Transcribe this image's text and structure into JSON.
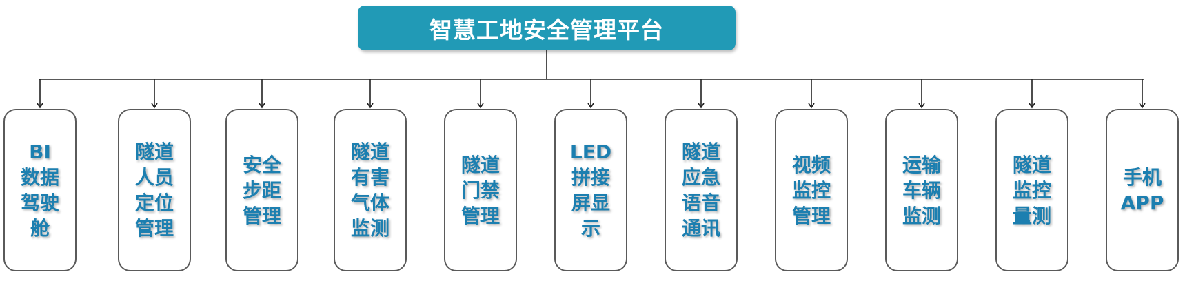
{
  "colors": {
    "root_fill": "#219ab6",
    "root_text": "#ffffff",
    "node_text": "#1c7fb0",
    "node_border": "#5a5a5a",
    "connector": "#222222"
  },
  "root": {
    "title": "智慧工地安全管理平台"
  },
  "modules": [
    {
      "label": "BI\n数据\n驾驶\n舱"
    },
    {
      "label": "隧道\n人员\n定位\n管理"
    },
    {
      "label": "安全\n步距\n管理"
    },
    {
      "label": "隧道\n有害\n气体\n监测"
    },
    {
      "label": "隧道\n门禁\n管理"
    },
    {
      "label": "LED\n拼接\n屏显\n示"
    },
    {
      "label": "隧道\n应急\n语音\n通讯"
    },
    {
      "label": "视频\n监控\n管理"
    },
    {
      "label": "运输\n车辆\n监测"
    },
    {
      "label": "隧道\n监控\n量测"
    },
    {
      "label": "手机\nAPP"
    }
  ]
}
